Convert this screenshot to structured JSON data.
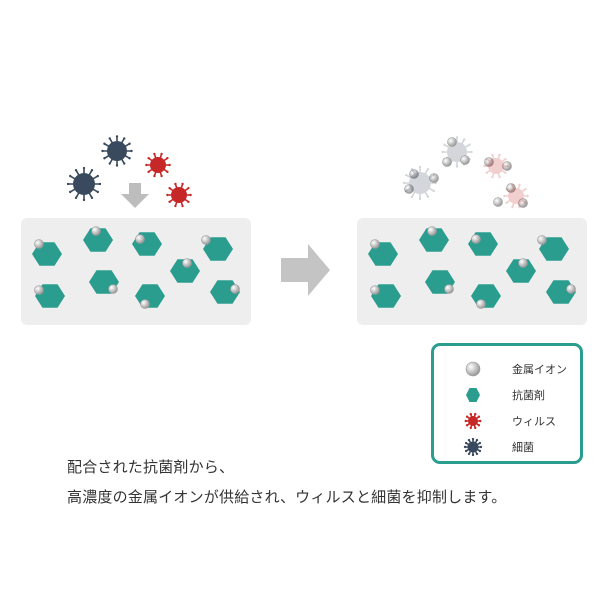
{
  "legend": {
    "metal_ion": "金属イオン",
    "antibacterial": "抗菌剤",
    "virus": "ウィルス",
    "bacteria": "細菌"
  },
  "caption": {
    "line1": "配合された抗菌剤から、",
    "line2": "高濃度の金属イオンが供給され、ウィルスと細菌を抑制します。"
  },
  "colors": {
    "panel": "#eeeeee",
    "hexagon": "#2a9d8f",
    "virus": "#c62828",
    "bacteria": "#3a4a5e",
    "ion": "#d9d9d9",
    "arrow": "#bdbdbd",
    "legend_border": "#2a9d8f"
  }
}
